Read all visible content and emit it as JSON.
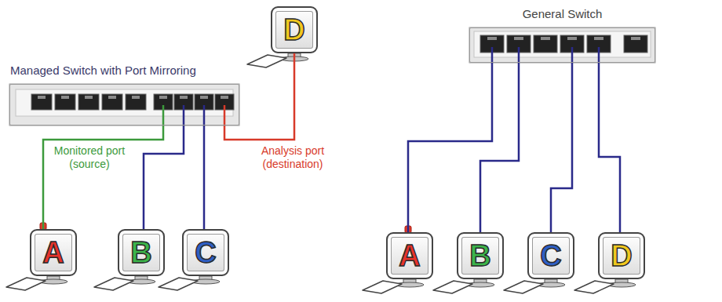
{
  "diagram": {
    "nodes": [
      {
        "text": [
          "Managed Switch with Port Mirroring"
        ]
      },
      {
        "text": [
          "D"
        ]
      },
      {
        "text": [
          "A"
        ]
      },
      {
        "text": [
          "B"
        ]
      },
      {
        "text": [
          "C"
        ]
      },
      {
        "text": [
          "General Switch"
        ]
      },
      {
        "text": [
          "A"
        ]
      },
      {
        "text": [
          "B"
        ]
      },
      {
        "text": [
          "C"
        ]
      },
      {
        "text": [
          "D"
        ]
      }
    ],
    "edges": [
      {
        "from": 2,
        "to": 0,
        "arrow": "none",
        "label": "Monitored port (source)"
      },
      {
        "from": 3,
        "to": 0,
        "arrow": "none"
      },
      {
        "from": 4,
        "to": 0,
        "arrow": "none"
      },
      {
        "from": 1,
        "to": 0,
        "arrow": "none",
        "label": "Analysis port (destination)"
      },
      {
        "from": 6,
        "to": 5,
        "arrow": "none"
      },
      {
        "from": 7,
        "to": 5,
        "arrow": "none"
      },
      {
        "from": 8,
        "to": 5,
        "arrow": "none"
      },
      {
        "from": 9,
        "to": 5,
        "arrow": "none"
      }
    ]
  }
}
